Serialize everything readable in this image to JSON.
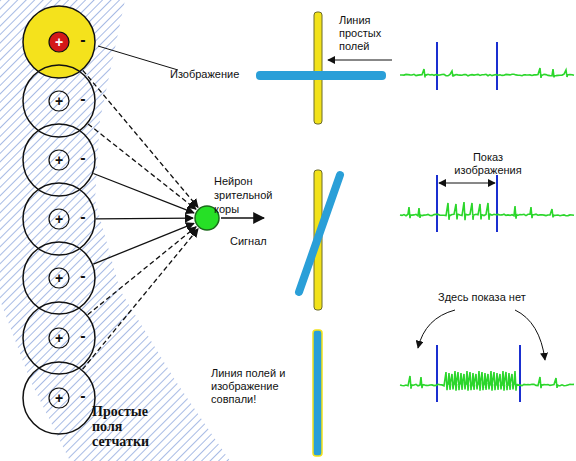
{
  "diagram": {
    "nodes": [
      {
        "text": [
          "+",
          "-"
        ]
      },
      {
        "text": [
          "+",
          "-"
        ]
      },
      {
        "text": [
          "+",
          "-"
        ]
      },
      {
        "text": [
          "+",
          "-"
        ]
      },
      {
        "text": [
          "+",
          "-"
        ]
      },
      {
        "text": [
          "+",
          "-"
        ]
      },
      {
        "text": [
          "+",
          "-"
        ]
      },
      {
        "text": [
          "Нейрон зрительной коры"
        ]
      }
    ],
    "edges": [
      {
        "from": 0,
        "to": 7,
        "arrow": "to"
      },
      {
        "from": 1,
        "to": 7,
        "arrow": "to"
      },
      {
        "from": 2,
        "to": 7,
        "arrow": "to"
      },
      {
        "from": 3,
        "to": 7,
        "arrow": "to"
      },
      {
        "from": 4,
        "to": 7,
        "arrow": "to"
      },
      {
        "from": 5,
        "to": 7,
        "arrow": "to"
      },
      {
        "from": 6,
        "to": 7,
        "arrow": "to"
      }
    ],
    "labels": [
      "Линия простых полей",
      "Изображение",
      "Сигнал",
      "Показ изображения",
      "Здесь показа нет",
      "Линия полей и изображение совпали!",
      "Простые поля сетчатки"
    ]
  }
}
